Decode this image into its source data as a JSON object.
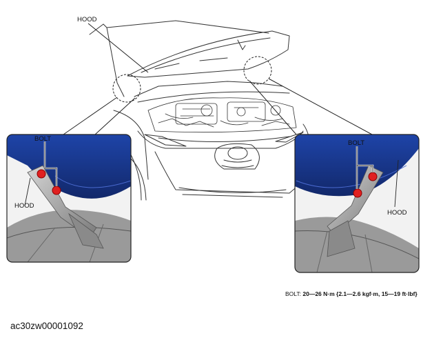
{
  "labels": {
    "hood_main": "HOOD",
    "bolt_left": "BOLT",
    "hood_left": "HOOD",
    "bolt_right": "BOLT",
    "hood_right": "HOOD"
  },
  "torque_spec": {
    "name": "BOLT:",
    "value": "20—26 N·m {2.1—2.6 kgf·m, 15—19 ft·lbf}"
  },
  "figure_id": "ac30zw00001092",
  "colors": {
    "hood_panel": "#1a3a8c",
    "bolt": "#e02020",
    "hinge": "#8a8a8a",
    "line_art": "#333333"
  }
}
